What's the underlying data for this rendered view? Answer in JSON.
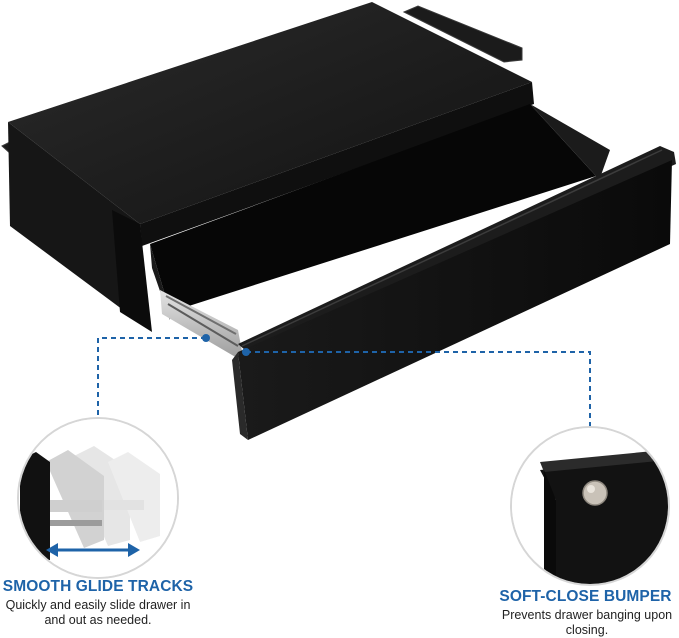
{
  "colors": {
    "accent": "#1e63a8",
    "product_black": "#0c0c0c",
    "callout_ring": "#d6d6d6"
  },
  "features": [
    {
      "title": "SMOOTH GLIDE TRACKS",
      "description": "Quickly and easily  slide drawer in and out as needed."
    },
    {
      "title": "SOFT-CLOSE BUMPER",
      "description": "Prevents drawer banging upon closing."
    }
  ]
}
